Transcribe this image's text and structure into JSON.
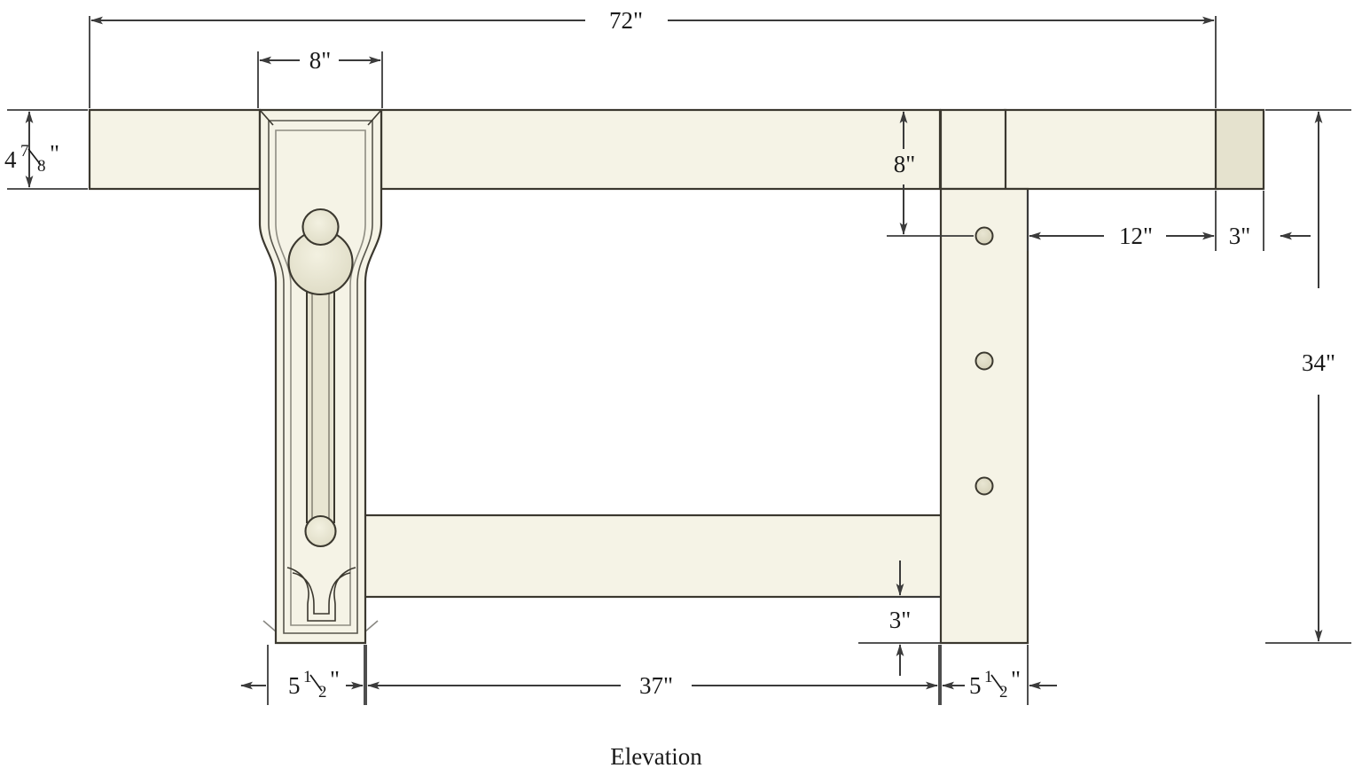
{
  "drawing": {
    "title": "Elevation",
    "units": "inches",
    "view_type": "elevation"
  },
  "dimensions": {
    "overall_length": "72\"",
    "leg_top_width": "8\"",
    "benchtop_thickness": "4<sup>7</sup>/<sub>8</sub>\"",
    "benchtop_thickness_plain": "4 7/8\"",
    "leg_post_height": "8\"",
    "right_overhang": "12\"",
    "end_cap_width": "3\"",
    "overall_height": "34\"",
    "stretcher_bottom_gap": "3\"",
    "left_leg_width": "5<sup>1</sup>/<sub>2</sub>\"",
    "left_leg_width_plain": "5 1/2\"",
    "between_legs": "37\"",
    "right_leg_width": "5<sup>1</sup>/<sub>2</sub>\"",
    "right_leg_width_plain": "5 1/2\""
  },
  "labels": {
    "d_72": "72\"",
    "d_8_top": "8\"",
    "d_4_78_whole": "4",
    "d_4_78_num": "7",
    "d_4_78_den": "8",
    "d_4_78_mark": "\"",
    "d_8_post": "8\"",
    "d_12": "12\"",
    "d_3_right": "3\"",
    "d_34": "34\"",
    "d_3_bottom": "3\"",
    "d_5half_left_whole": "5",
    "d_5half_left_num": "1",
    "d_5half_left_den": "2",
    "d_5half_left_mark": "\"",
    "d_37": "37\"",
    "d_5half_right_whole": "5",
    "d_5half_right_num": "1",
    "d_5half_right_den": "2",
    "d_5half_right_mark": "\"",
    "caption": "Elevation"
  },
  "parts": [
    {
      "name": "benchtop-left-section",
      "description": "Left portion of benchtop slab"
    },
    {
      "name": "benchtop-right-section",
      "description": "Right portion of benchtop slab"
    },
    {
      "name": "benchtop-end-cap",
      "description": "Darker end cap / breadboard end at right"
    },
    {
      "name": "left-leg",
      "description": "Carved left leg with decorative bead and groove"
    },
    {
      "name": "right-leg",
      "description": "Plain right leg with three dog holes"
    },
    {
      "name": "lower-stretcher",
      "description": "Horizontal lower stretcher rail"
    }
  ],
  "features": {
    "dog_holes_count": 3,
    "carving": "bead-and-groove with curved shoulders",
    "leg_top_joint": "chamfered through-tenon shoulders"
  },
  "colors": {
    "wood_fill": "#f5f3e6",
    "wood_fill_dark": "#e5e2ce",
    "outline": "#3b382f",
    "dimension_line": "#3b3b3b",
    "background": "#ffffff",
    "text": "#1a1a1a"
  }
}
